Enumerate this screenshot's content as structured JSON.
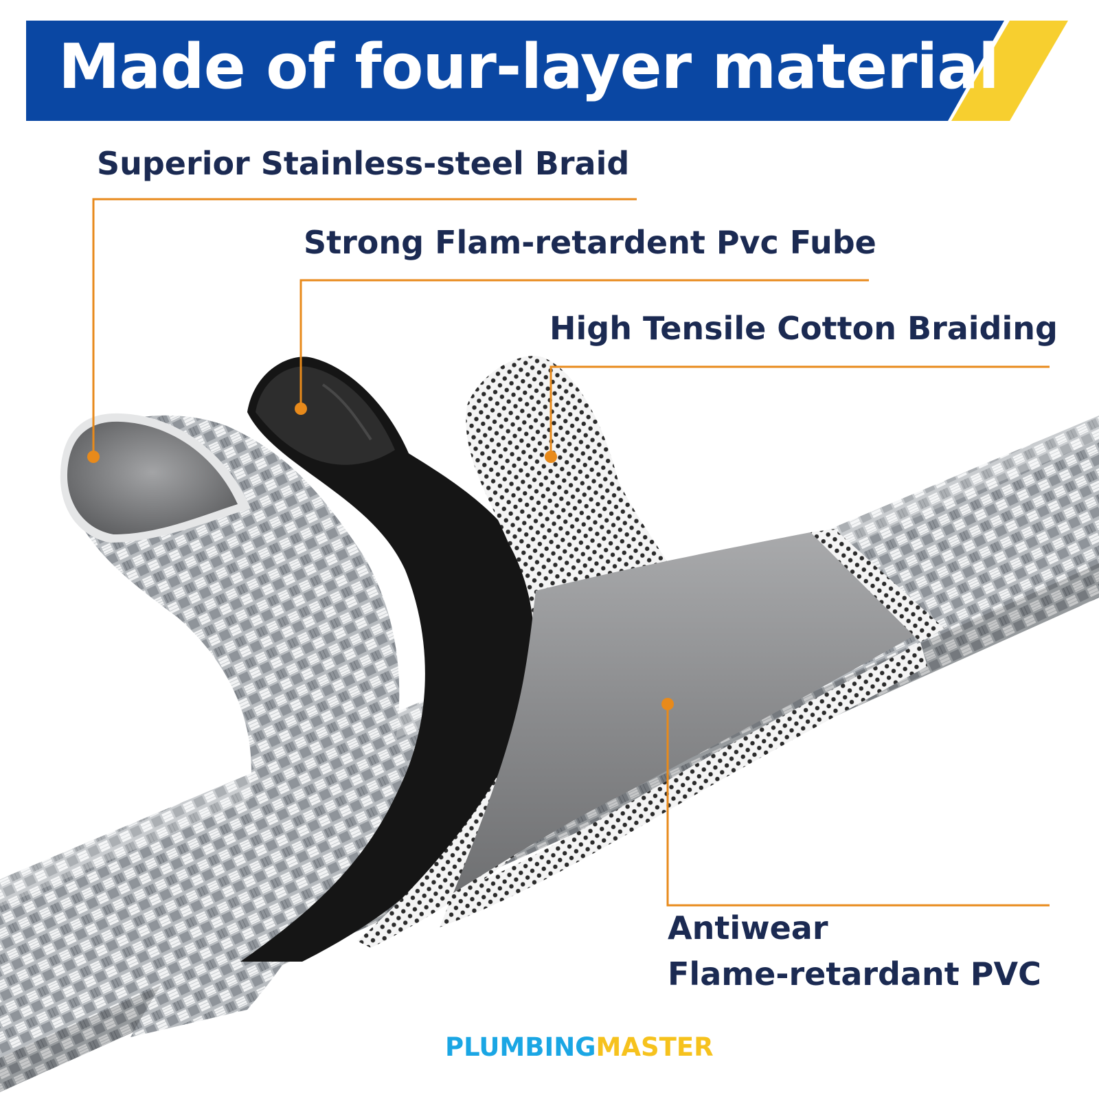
{
  "banner": {
    "title": "Made of four-layer material",
    "colors": {
      "primary": "#0a47a3",
      "accent": "#f7cf2f"
    }
  },
  "callouts": {
    "braid": "Superior Stainless-steel Braid",
    "pvc_tube": "Strong Flam-retardent Pvc Fube",
    "cotton": "High Tensile Cotton Braiding",
    "antiwear_line1": "Antiwear",
    "antiwear_line2": "Flame-retardant PVC",
    "line_color": "#e88a1b",
    "text_color": "#1b2a52"
  },
  "brand": {
    "part1": "PLUMBING",
    "part2": "MASTER",
    "color1": "#1aa6e4",
    "color2": "#f6c21d"
  }
}
